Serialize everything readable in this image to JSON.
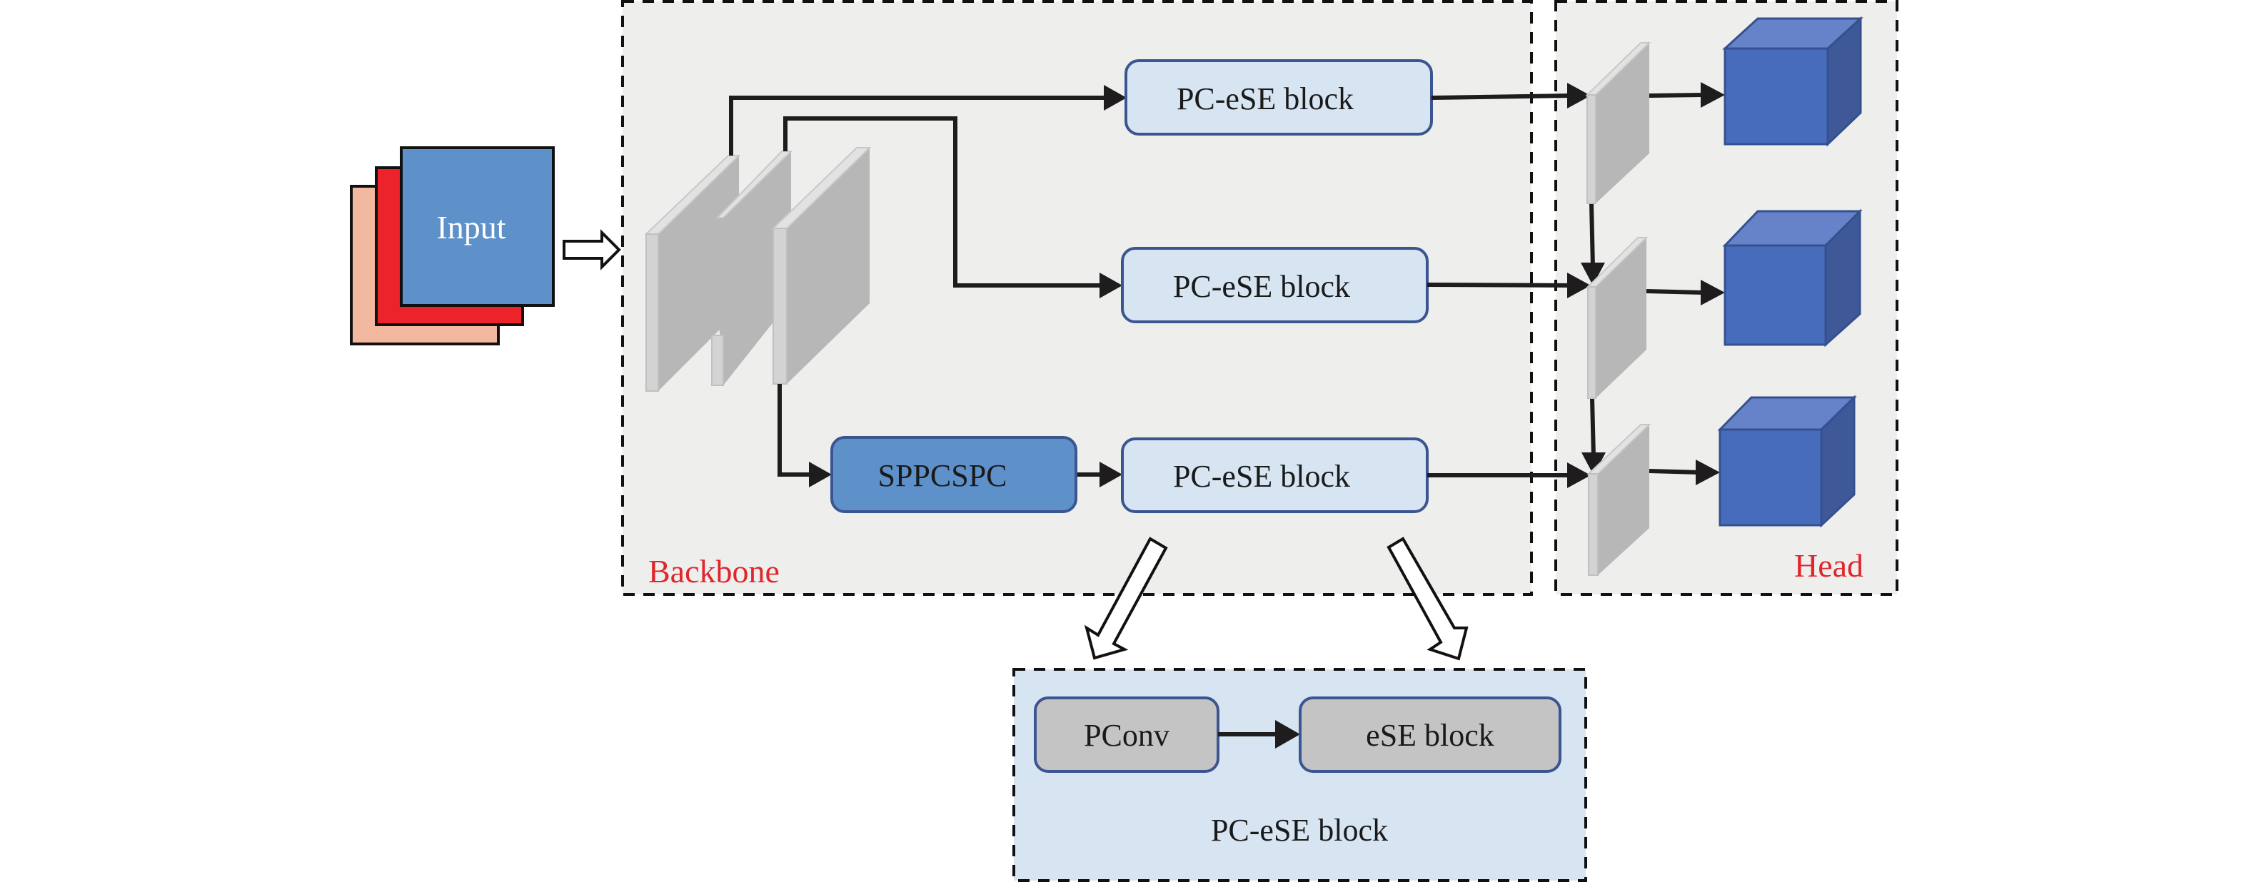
{
  "diagram": {
    "input": {
      "label": "Input"
    },
    "backbone": {
      "label": "Backbone",
      "sppcspc_label": "SPPCSPC",
      "pcese_blocks": [
        {
          "label": "PC-eSE block"
        },
        {
          "label": "PC-eSE block"
        },
        {
          "label": "PC-eSE block"
        }
      ]
    },
    "head": {
      "label": "Head"
    },
    "detail": {
      "title": "PC-eSE block",
      "pconv_label": "PConv",
      "ese_label": "eSE block"
    },
    "colors": {
      "region_fill": "#eeeeed",
      "detail_fill": "#d7e5f2",
      "block_fill": "#d7e5f2",
      "block_stroke": "#3b5591",
      "sppcspc_fill": "#5e91c9",
      "cube_front": "#486cbc",
      "cube_top": "#6683c9",
      "cube_side": "#3e5898",
      "label_red": "#e0262b",
      "input_blue": "#5e91c9",
      "input_red": "#ec232b",
      "input_peach": "#f2b8a0",
      "gray_node": "#c5c4c5"
    }
  }
}
